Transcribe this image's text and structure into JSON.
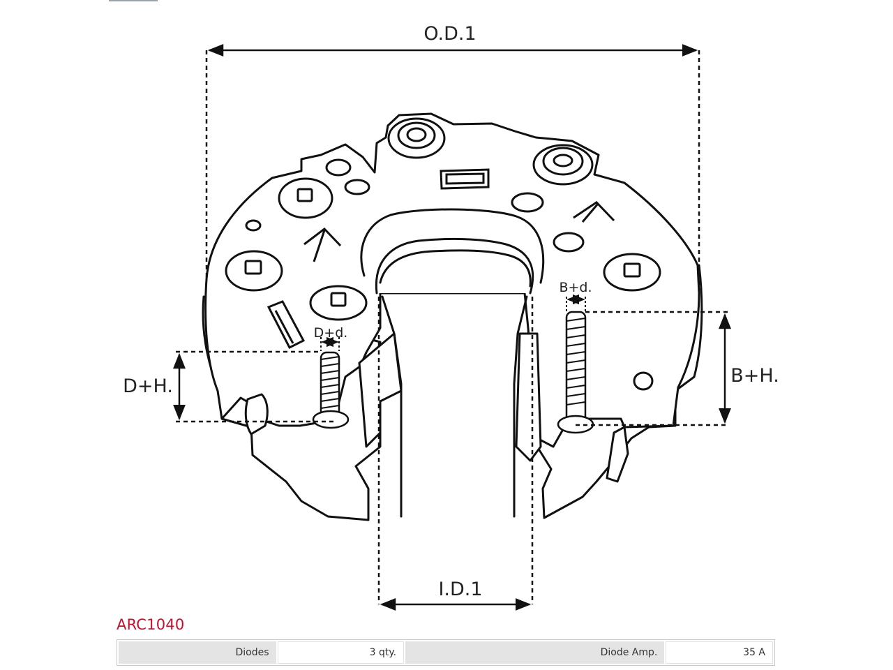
{
  "product": {
    "code": "ARC1040"
  },
  "dimensions": {
    "od": "O.D.1",
    "id": "I.D.1",
    "dh": "D+H.",
    "bh": "B+H.",
    "dd": "D+d.",
    "bd": "B+d."
  },
  "specs": [
    {
      "label": "Diodes",
      "value": "3 qty."
    },
    {
      "label": "Diode Amp.",
      "value": "35 A"
    }
  ]
}
